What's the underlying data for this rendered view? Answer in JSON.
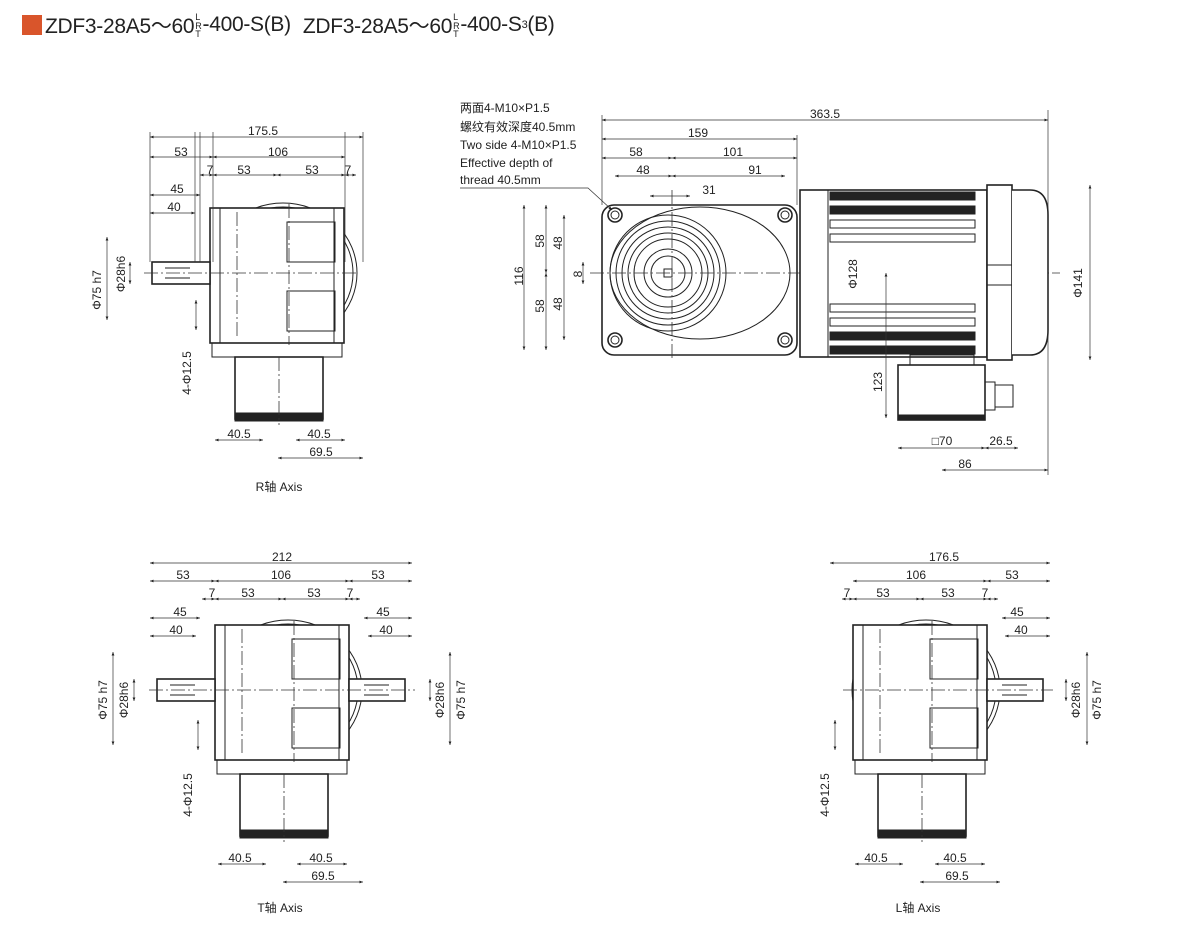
{
  "title": {
    "accent_color": "#d9552b",
    "model_a_prefix": "ZDF3-28A5～60",
    "model_a_stack": [
      "L",
      "R",
      "T"
    ],
    "model_a_suffix": "-400-S(B)",
    "model_b_prefix": "ZDF3-28A5～60",
    "model_b_stack": [
      "L",
      "R",
      "T"
    ],
    "model_b_suffix_main": "-400-S",
    "model_b_suffix_sub": "3",
    "model_b_suffix_end": "(B)"
  },
  "r_view": {
    "caption": "R轴 Axis",
    "dims": {
      "overall": "175.5",
      "left": "53",
      "center": "106",
      "gap_l": "7",
      "half_l": "53",
      "half_r": "53",
      "gap_r": "7",
      "shaft45": "45",
      "shaft40": "40",
      "dia75": "Φ75 h7",
      "dia28": "Φ28h6",
      "holes": "4-Φ12.5",
      "foot_l": "40.5",
      "foot_r": "40.5",
      "offset": "69.5"
    }
  },
  "front_view": {
    "note": [
      "两面4-M10×P1.5",
      "螺纹有效深度40.5mm",
      "Two side 4-M10×P1.5",
      "Effective depth of",
      "thread 40.5mm"
    ],
    "dims": {
      "overall": "363.5",
      "gear_len": "159",
      "left58": "58",
      "right101": "101",
      "left48": "48",
      "right91": "91",
      "key31": "31",
      "height116": "116",
      "h58a": "58",
      "h58b": "58",
      "h48a": "48",
      "h48b": "48",
      "key8": "8",
      "dia128": "Φ128",
      "dia141": "Φ141",
      "box_h": "123",
      "box_sq": "□70",
      "gland": "26.5",
      "box_off": "86"
    }
  },
  "t_view": {
    "caption": "T轴 Axis",
    "dims": {
      "overall": "212",
      "left": "53",
      "center": "106",
      "right": "53",
      "gap_l": "7",
      "half_l": "53",
      "half_r": "53",
      "gap_r": "7",
      "shaft45_l": "45",
      "shaft45_r": "45",
      "shaft40_l": "40",
      "shaft40_r": "40",
      "dia75_l": "Φ75 h7",
      "dia28_l": "Φ28h6",
      "dia28_r": "Φ28h6",
      "dia75_r": "Φ75 h7",
      "holes": "4-Φ12.5",
      "foot_l": "40.5",
      "foot_r": "40.5",
      "offset": "69.5"
    }
  },
  "l_view": {
    "caption": "L轴 Axis",
    "dims": {
      "overall": "176.5",
      "center": "106",
      "right": "53",
      "gap_l": "7",
      "half_l": "53",
      "half_r": "53",
      "gap_r": "7",
      "shaft45": "45",
      "shaft40": "40",
      "dia28": "Φ28h6",
      "dia75": "Φ75 h7",
      "holes": "4-Φ12.5",
      "foot_l": "40.5",
      "foot_r": "40.5",
      "offset": "69.5"
    }
  }
}
